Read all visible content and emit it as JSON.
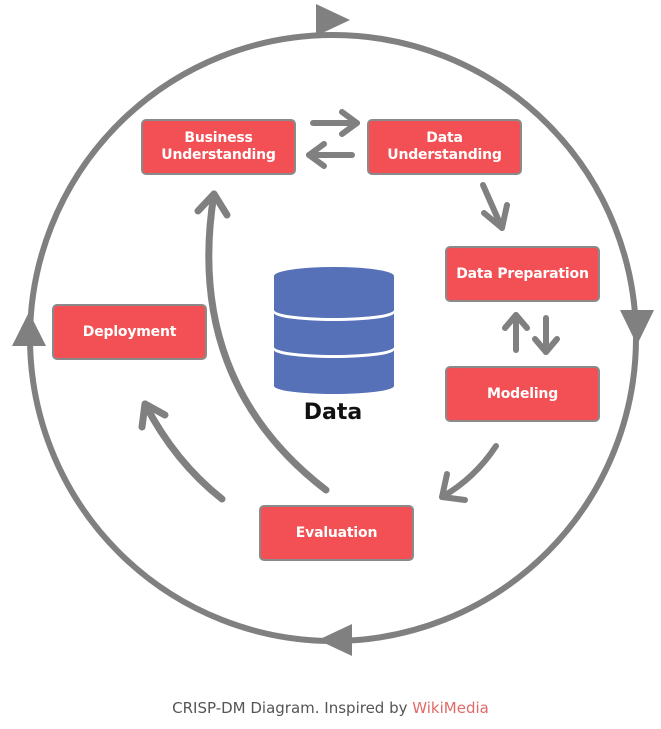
{
  "stages": {
    "business_understanding": "Business\nUnderstanding",
    "data_understanding": "Data\nUnderstanding",
    "data_preparation": "Data Preparation",
    "modeling": "Modeling",
    "evaluation": "Evaluation",
    "deployment": "Deployment"
  },
  "center": {
    "label": "Data"
  },
  "caption": {
    "text": "CRISP-DM Diagram. Inspired by ",
    "link": "WikiMedia"
  },
  "colors": {
    "box_fill": "#f25054",
    "arrow": "#808080",
    "database": "#5671b8"
  }
}
